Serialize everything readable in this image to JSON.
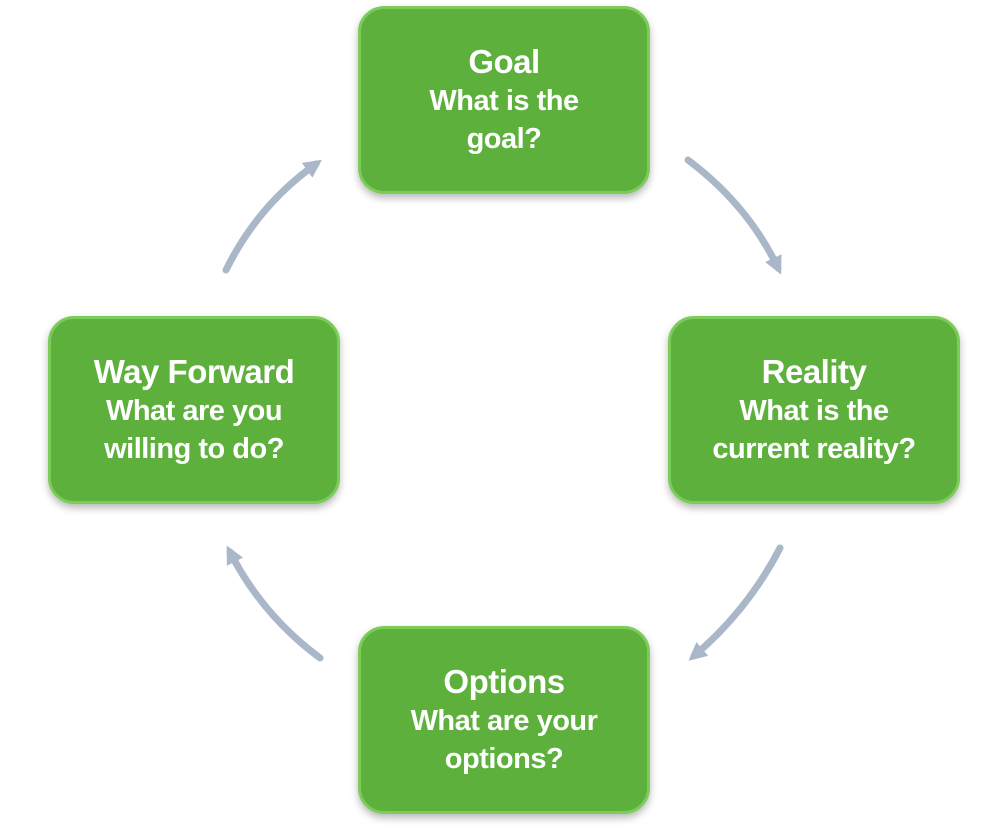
{
  "diagram": {
    "nodes": [
      {
        "id": "goal",
        "title": "Goal",
        "question": "What is the\ngoal?"
      },
      {
        "id": "reality",
        "title": "Reality",
        "question": "What is the\ncurrent reality?"
      },
      {
        "id": "options",
        "title": "Options",
        "question": "What are your\noptions?"
      },
      {
        "id": "way-forward",
        "title": "Way Forward",
        "question": "What are you\nwilling to do?"
      }
    ],
    "edges": [
      {
        "from": "goal",
        "to": "reality"
      },
      {
        "from": "reality",
        "to": "options"
      },
      {
        "from": "options",
        "to": "way-forward"
      },
      {
        "from": "way-forward",
        "to": "goal"
      }
    ],
    "colors": {
      "node_fill": "#5cb03b",
      "node_border": "#7ccc5a",
      "node_text": "#ffffff",
      "arrow": "#aab7c8"
    }
  }
}
